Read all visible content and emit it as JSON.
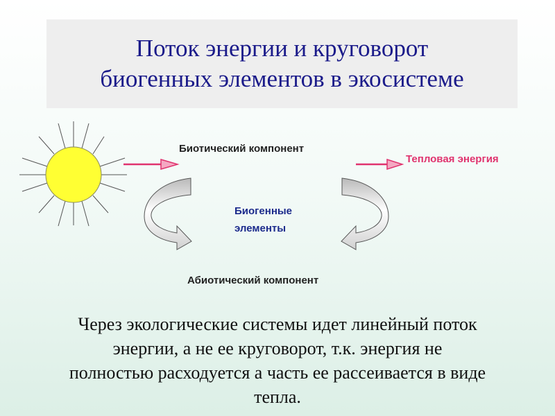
{
  "title": {
    "line1": "Поток энергии и круговорот",
    "line2": "биогенных элементов в экосистеме"
  },
  "diagram": {
    "biotic_label": "Биотический компонент",
    "heat_label": "Тепловая энергия",
    "nutrients_line1": "Биогенные",
    "nutrients_line2": "элементы",
    "abiotic_label": "Абиотический компонент"
  },
  "description": {
    "line1": "Через экологические системы идет линейный поток",
    "line2": "энергии, а не ее круговорот, т.к. энергия не",
    "line3": "полностью расходуется а часть ее рассеивается в виде",
    "line4": "тепла."
  },
  "colors": {
    "title_text": "#1b1b8a",
    "sun_fill": "#ffff33",
    "arrow_pink": "#e0336e",
    "nutrients_text": "#1c2b8c"
  }
}
